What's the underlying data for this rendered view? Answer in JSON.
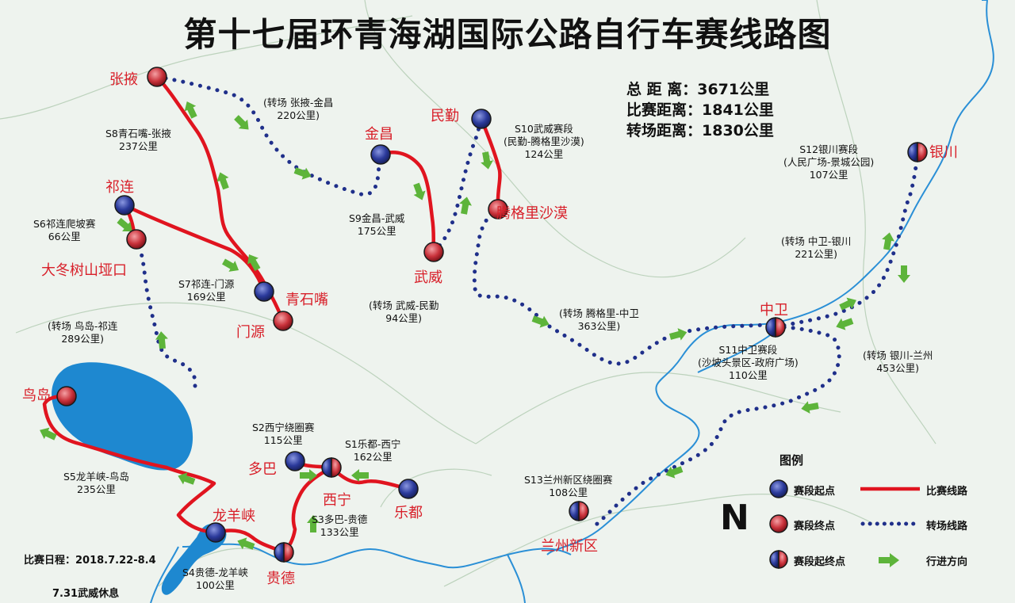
{
  "title": "第十七届环青海湖国际公路自行车赛线路图",
  "stats": {
    "total_label": "总 距 离：",
    "total_value": "3671公里",
    "race_label": "比赛距离：",
    "race_value": "1841公里",
    "transfer_label": "转场距离：",
    "transfer_value": "1830公里"
  },
  "cities": {
    "zhangye": "张掖",
    "jinchang": "金昌",
    "minqin": "民勤",
    "tenggeli": "腾格里沙漠",
    "wuwei": "武威",
    "qilian": "祁连",
    "dadongshu": "大冬树山垭口",
    "qingshizui": "青石嘴",
    "menyuan": "门源",
    "niaodao": "鸟岛",
    "duoba": "多巴",
    "xining": "西宁",
    "ledu": "乐都",
    "longyangxia": "龙羊峡",
    "guide": "贵德",
    "zhongwei": "中卫",
    "yinchuan": "银川",
    "lanzhou": "兰州新区"
  },
  "segments": {
    "t_zy_jc": [
      "(转场 张掖-金昌",
      "220公里)"
    ],
    "s8": [
      "S8青石嘴-张掖",
      "237公里"
    ],
    "s10": [
      "S10武威赛段",
      "(民勤-腾格里沙漠)",
      "124公里"
    ],
    "s9": [
      "S9金昌-武威",
      "175公里"
    ],
    "s6": [
      "S6祁连爬坡赛",
      "66公里"
    ],
    "s7": [
      "S7祁连-门源",
      "169公里"
    ],
    "t_ww_mq": [
      "(转场 武威-民勤",
      "94公里)"
    ],
    "t_nd_ql": [
      "(转场 鸟岛-祁连",
      "289公里)"
    ],
    "t_tg_zw": [
      "(转场 腾格里-中卫",
      "363公里)"
    ],
    "s12": [
      "S12银川赛段",
      "(人民广场-景城公园)",
      "107公里"
    ],
    "t_zw_yc": [
      "(转场 中卫-银川",
      "221公里)"
    ],
    "s11": [
      "S11中卫赛段",
      "(沙坡头景区-政府广场)",
      "110公里"
    ],
    "t_yc_lz": [
      "(转场 银川-兰州",
      "453公里)"
    ],
    "s2": [
      "S2西宁绕圈赛",
      "115公里"
    ],
    "s1": [
      "S1乐都-西宁",
      "162公里"
    ],
    "s5": [
      "S5龙羊峡-鸟岛",
      "235公里"
    ],
    "s3": [
      "S3多巴-贵德",
      "133公里"
    ],
    "s13": [
      "S13兰州新区绕圈赛",
      "108公里"
    ],
    "s4": [
      "S4贵德-龙羊峡",
      "100公里"
    ]
  },
  "legend": {
    "title": "图例",
    "start": "赛段起点",
    "end": "赛段终点",
    "both": "赛段起终点",
    "race_line": "比赛线路",
    "transfer_line": "转场线路",
    "direction": "行进方向"
  },
  "compass": "N",
  "schedule": "比赛日程：2018.7.22-8.4",
  "rest": "7.31武威休息",
  "colors": {
    "race": "#e0141f",
    "transfer": "#1f2f8a",
    "arrow": "#5db43a",
    "river": "#2a8fd6",
    "lake": "#1e88d0"
  }
}
